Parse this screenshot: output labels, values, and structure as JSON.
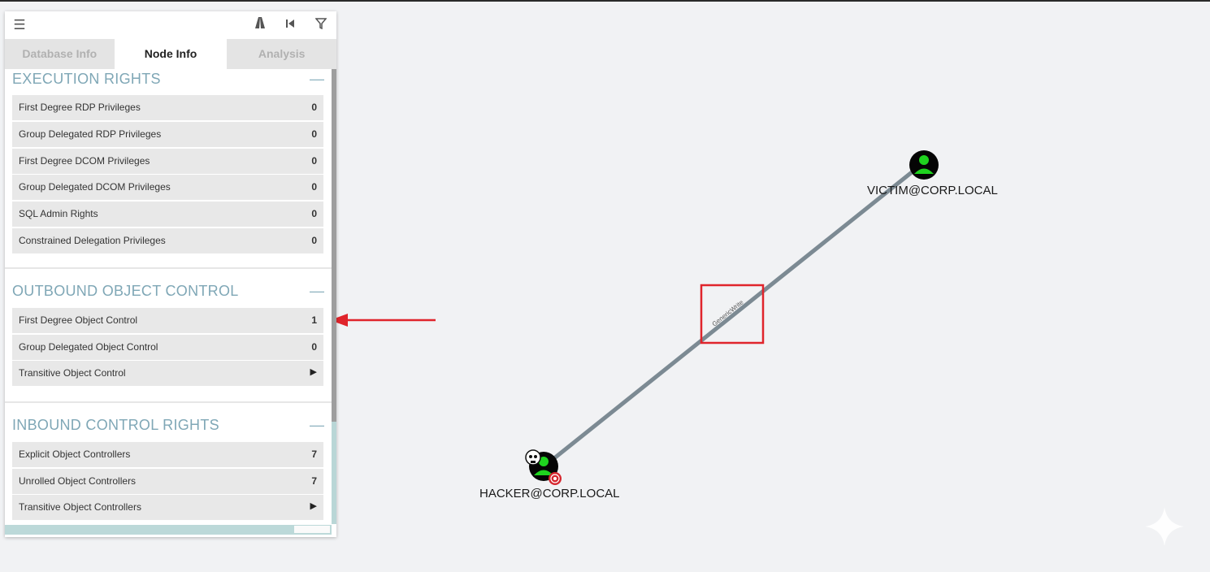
{
  "toolbar": {
    "menu_icon": "hamburger-menu-icon",
    "path_icon": "pathfinding-icon",
    "back_icon": "back-icon",
    "filter_icon": "filter-icon"
  },
  "tabs": [
    {
      "label": "Database Info",
      "active": false
    },
    {
      "label": "Node Info",
      "active": true
    },
    {
      "label": "Analysis",
      "active": false
    }
  ],
  "sections": {
    "execution": {
      "title": "EXECUTION RIGHTS",
      "collapse": "—",
      "rows": [
        {
          "label": "First Degree RDP Privileges",
          "value": "0"
        },
        {
          "label": "Group Delegated RDP Privileges",
          "value": "0"
        },
        {
          "label": "First Degree DCOM Privileges",
          "value": "0"
        },
        {
          "label": "Group Delegated DCOM Privileges",
          "value": "0"
        },
        {
          "label": "SQL Admin Rights",
          "value": "0"
        },
        {
          "label": "Constrained Delegation Privileges",
          "value": "0"
        }
      ]
    },
    "outbound": {
      "title": "OUTBOUND OBJECT CONTROL",
      "collapse": "—",
      "rows": [
        {
          "label": "First Degree Object Control",
          "value": "1"
        },
        {
          "label": "Group Delegated Object Control",
          "value": "0"
        },
        {
          "label": "Transitive Object Control",
          "value": "▶"
        }
      ]
    },
    "inbound": {
      "title": "INBOUND CONTROL RIGHTS",
      "collapse": "—",
      "rows": [
        {
          "label": "Explicit Object Controllers",
          "value": "7"
        },
        {
          "label": "Unrolled Object Controllers",
          "value": "7"
        },
        {
          "label": "Transitive Object Controllers",
          "value": "▶"
        }
      ]
    }
  },
  "graph": {
    "victim_label": "VICTIM@CORP.LOCAL",
    "hacker_label": "HACKER@CORP.LOCAL",
    "edge_label": "GenericWrite",
    "node_color": "#1fd31f",
    "highlight_color": "#e0242b",
    "edge_color": "#7c8a93"
  }
}
